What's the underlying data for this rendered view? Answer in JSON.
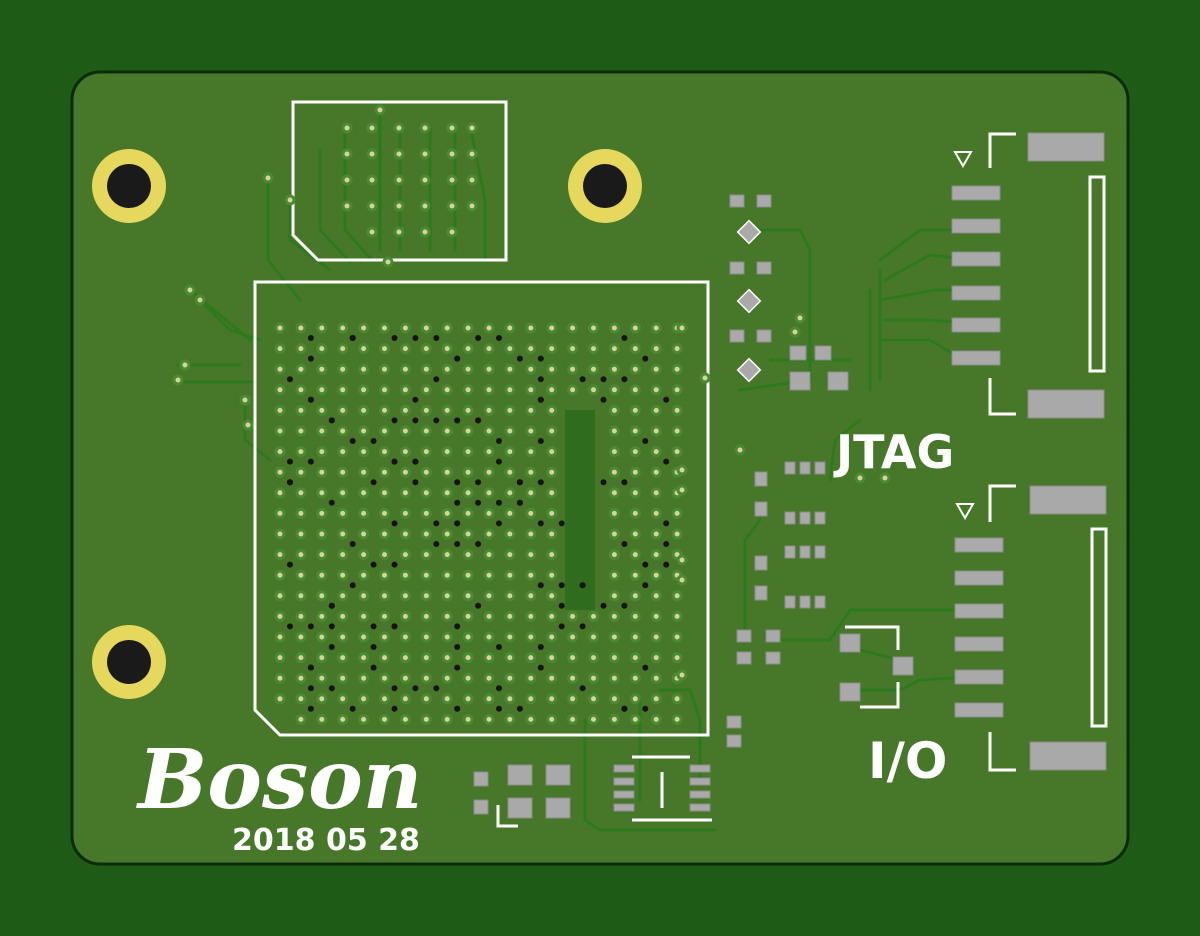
{
  "board": {
    "name": "Boson",
    "date": "2018 05 28",
    "connector_jtag_label": "JTAG",
    "connector_io_label": "I/O"
  },
  "colors": {
    "background": "#1e5b16",
    "board": "#47782a",
    "copper_pour": "#3e7624",
    "silkscreen": "#ffffff",
    "pad": "#a9a9a9",
    "hole_ring": "#e6d85c",
    "hole": "#1a1a1a"
  },
  "icons": {
    "mounting_hole": "circle-ring",
    "pin1_marker": "triangle-down"
  }
}
